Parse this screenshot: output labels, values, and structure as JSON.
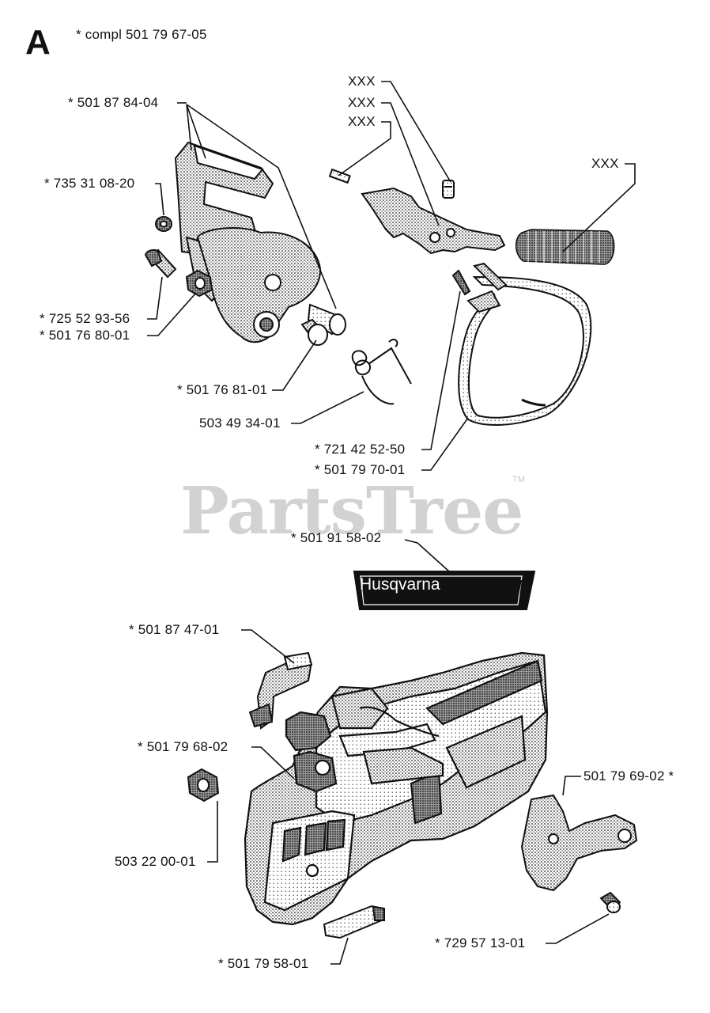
{
  "section": {
    "letter": "A",
    "compl_label": "*  compl 501 79 67-05"
  },
  "watermark": {
    "text": "PartsTree",
    "tm": "TM"
  },
  "decal": {
    "brand": "Husqvarna"
  },
  "labels": {
    "p501878404": "*  501 87 84-04",
    "p735310820": "*  735 31 08-20",
    "p725529356": "*  725 52 93-56",
    "p501768001": "*  501 76 80-01",
    "p501768101": "*  501 76 81-01",
    "p503493401": "503 49 34-01",
    "p721425250": "*  721 42 52-50",
    "p501797001": "*  501 79 70-01",
    "p501915802": "*  501 91 58-02",
    "p501874701": "*  501 87 47-01",
    "p501796802": "*  501 79 68-02",
    "p503220001": "503 22 00-01",
    "p501796902": "501 79 69-02  *",
    "p729571301": "*  729 57 13-01",
    "p501795801": "*  501 79 58-01",
    "xxx1": "XXX",
    "xxx2": "XXX",
    "xxx3": "XXX",
    "xxx4": "XXX"
  }
}
